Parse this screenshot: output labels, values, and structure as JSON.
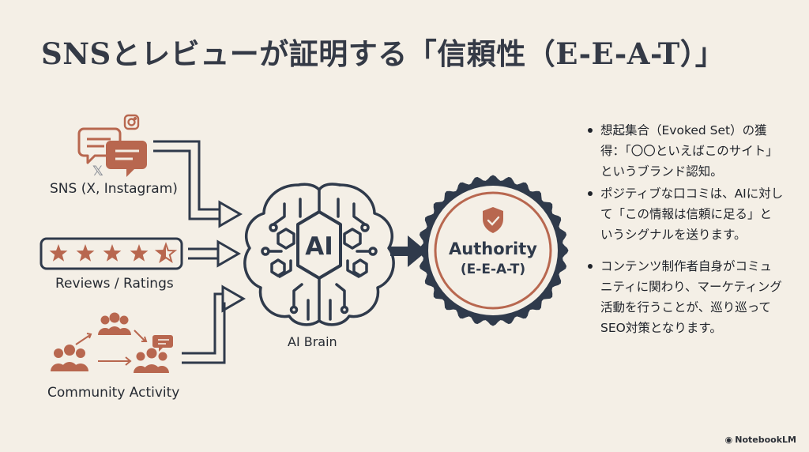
{
  "title": "SNSとレビューが証明する「信頼性（E-E-A-T）」",
  "sources": {
    "sns": "SNS (X, Instagram)",
    "reviews": "Reviews / Ratings",
    "community": "Community Activity"
  },
  "brain": {
    "center": "AI",
    "caption": "AI Brain"
  },
  "badge": {
    "line1": "Authority",
    "line2": "(E-E-A-T)"
  },
  "bullets": [
    "想起集合（Evoked Set）の獲得：「〇〇といえばこのサイト」というブランド認知。",
    "ポジティブな口コミは、AIに対して「この情報は信頼に足る」というシグナルを送ります。",
    "コンテンツ制作者自身がコミュニティに関わり、マーケティング活動を行うことが、巡り巡ってSEO対策となります。"
  ],
  "rating": 4.5,
  "rating_max": 5,
  "icons": [
    "chat-bubbles-icon",
    "instagram-icon",
    "x-logo-icon",
    "star-icon",
    "people-group-icon",
    "arrow-right-icon",
    "shield-check-icon",
    "brain-circuit-icon"
  ],
  "colors": {
    "accent": "#b8674f",
    "navy": "#2f3a4b",
    "background": "#f4efe6"
  },
  "branding": "NotebookLM"
}
